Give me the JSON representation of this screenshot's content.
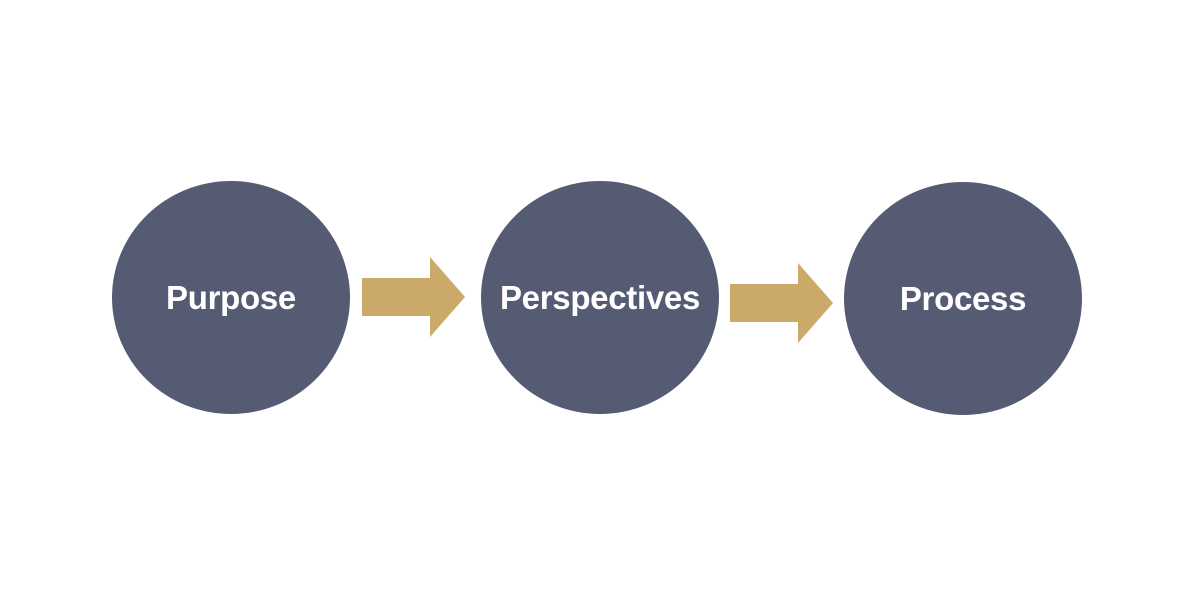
{
  "colors": {
    "background": "#ffffff",
    "node_fill": "#555B73",
    "arrow_fill": "#CBA968",
    "label_text": "#ffffff"
  },
  "nodes": [
    {
      "label": "Purpose"
    },
    {
      "label": "Perspectives"
    },
    {
      "label": "Process"
    }
  ],
  "arrows": [
    {
      "name": "arrow-purpose-to-perspectives",
      "direction": "right"
    },
    {
      "name": "arrow-perspectives-to-process",
      "direction": "right"
    }
  ]
}
